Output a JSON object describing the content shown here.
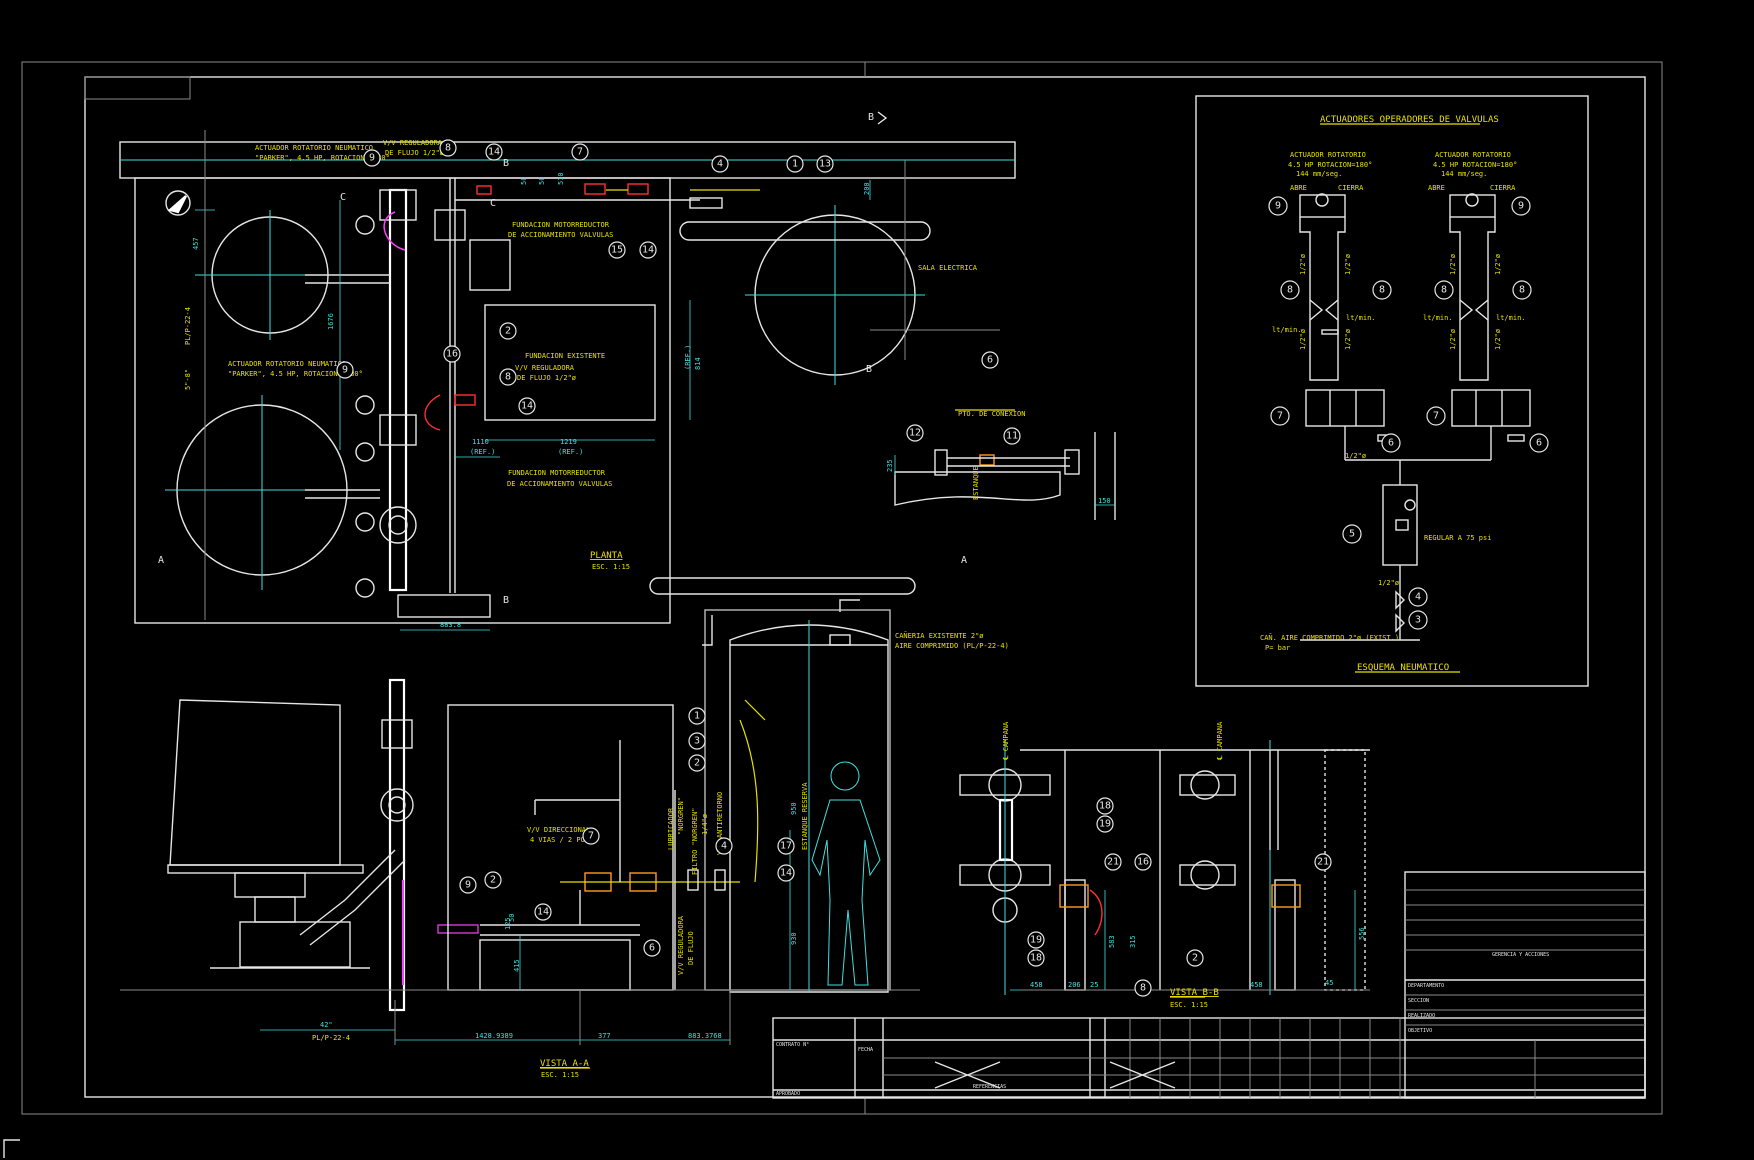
{
  "plan_view": {
    "title": "PLANTA",
    "scale": "ESC. 1:15",
    "labels": {
      "actuator_top_1": "ACTUADOR ROTATORIO NEUMATICO",
      "actuator_top_2": "\"PARKER\", 4.5 HP, ROTACION= 180°",
      "vv_reg_top_1": "V/V REGULADORA",
      "vv_reg_top_2": "DE FLUJO 1/2\"ø",
      "fund_motor_1": "FUNDACION MOTORREDUCTOR",
      "fund_motor_2": "DE ACCIONAMIENTO VALVULAS",
      "sala_electrica": "SALA ELECTRICA",
      "fund_existente": "FUNDACION EXISTENTE",
      "vv_reg_mid_1": "V/V REGULADORA",
      "vv_reg_mid_2": "DE FLUJO 1/2\"ø",
      "actuator_mid_1": "ACTUADOR ROTATORIO NEUMATICO",
      "actuator_mid_2": "\"PARKER\", 4.5 HP, ROTACION= 180°",
      "fund_motor_b1": "FUNDACION MOTORREDUCTOR",
      "fund_motor_b2": "DE ACCIONAMIENTO VALVULAS",
      "ref_left": "PL/P-22-4",
      "ref_vert": "5\"-8\""
    },
    "dims": [
      "457",
      "1676",
      "814",
      "(REF.)",
      "1219",
      "(REF.)",
      "1110",
      "(REF.)",
      "200",
      "50",
      "50",
      "510",
      "883.8"
    ],
    "section_marks": [
      "B",
      "B",
      "C",
      "C",
      "A",
      "A",
      "B",
      "B"
    ]
  },
  "detail_connection": {
    "title": "PTO. DE CONEXION",
    "side_label": "ESTANQUE",
    "dims": [
      "150",
      "235"
    ]
  },
  "view_aa": {
    "title": "VISTA A-A",
    "scale": "ESC. 1:15",
    "labels": {
      "caneria_1": "CAÑERIA EXISTENTE 2\"ø",
      "caneria_2": "AIRE COMPRIMIDO (PL/P-22-4)",
      "vv_direccional_1": "V/V DIRECCIONAL",
      "vv_direccional_2": "4 VIAS / 2 POS.",
      "lubricador_1": "LUBRICADOR",
      "lubricador_2": "\"NORGREN\"",
      "filtro_1": "FILTRO \"NORGREN\"",
      "filtro_2": "1/4\"ø",
      "vv_antiretorno": "V/V ANTIRETORNO",
      "vv_reguladora_1": "V/V REGULADORA",
      "vv_reguladora_2": "DE FLUJO",
      "estanque": "ESTANQUE RESERVA",
      "ref_bottom": "PL/P-22-4"
    },
    "dims": [
      "42\"",
      "1428.9389",
      "377",
      "883.3768",
      "415",
      "125",
      "950",
      "930",
      "50"
    ]
  },
  "view_bb": {
    "title": "VISTA B-B",
    "scale": "ESC. 1:15",
    "labels": {
      "campana_1": "℄ CAMPANA",
      "campana_2": "℄ CAMPANA"
    },
    "dims": [
      "458",
      "206",
      "25",
      "583",
      "315",
      "458",
      "45",
      "556"
    ]
  },
  "pneumatic": {
    "title": "ACTUADORES OPERADORES DE VALVULAS",
    "bottom_title": "ESQUEMA NEUMATICO",
    "left_actuator": [
      "ACTUADOR ROTATORIO",
      "4.5 HP ROTACION=180°",
      "144 mm/seg."
    ],
    "right_actuator": [
      "ACTUADOR ROTATORIO",
      "4.5 HP ROTACION=180°",
      "144 mm/seg."
    ],
    "abre": "ABRE",
    "cierra": "CIERRA",
    "pipe_size": "1/2\"ø",
    "flow_label": "lt/min.",
    "regular": "REGULAR A 75 psi",
    "supply_1": "CAÑ. AIRE COMPRIMIDO 2\"ø (EXIST.)",
    "supply_2": "P= bar"
  },
  "title_block": {
    "contrato": "CONTRATO N°",
    "fecha": "FECHA",
    "aprobado": "APROBADO",
    "referencias": "REFERENCIAS",
    "gerencia": "GERENCIA Y ACCIONES",
    "rev_1": "DEPARTAMENTO",
    "rev_2": "SECCION",
    "rev_3": "REALIZADO",
    "rev_4": "OBJETIVO"
  },
  "colors": {
    "background": "#000000",
    "linework": "#e6e6e6",
    "text": "#e8e000",
    "dimension": "#3fe0e0",
    "highlight": "#ff40ff",
    "accent": "#ff3030"
  }
}
